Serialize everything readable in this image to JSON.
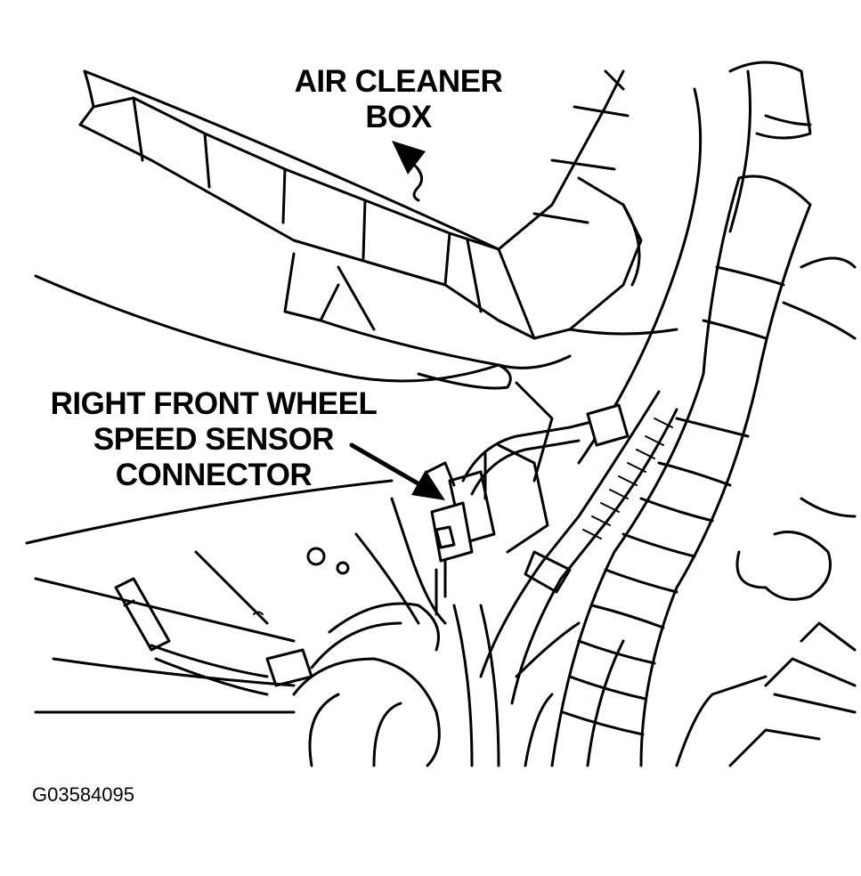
{
  "labels": {
    "air_cleaner_line1": "AIR CLEANER",
    "air_cleaner_line2": "BOX",
    "sensor_line1": "RIGHT FRONT WHEEL",
    "sensor_line2": "SPEED SENSOR",
    "sensor_line3": "CONNECTOR"
  },
  "figure_id": "G03584095",
  "colors": {
    "ink": "#000000",
    "paper": "#ffffff"
  }
}
